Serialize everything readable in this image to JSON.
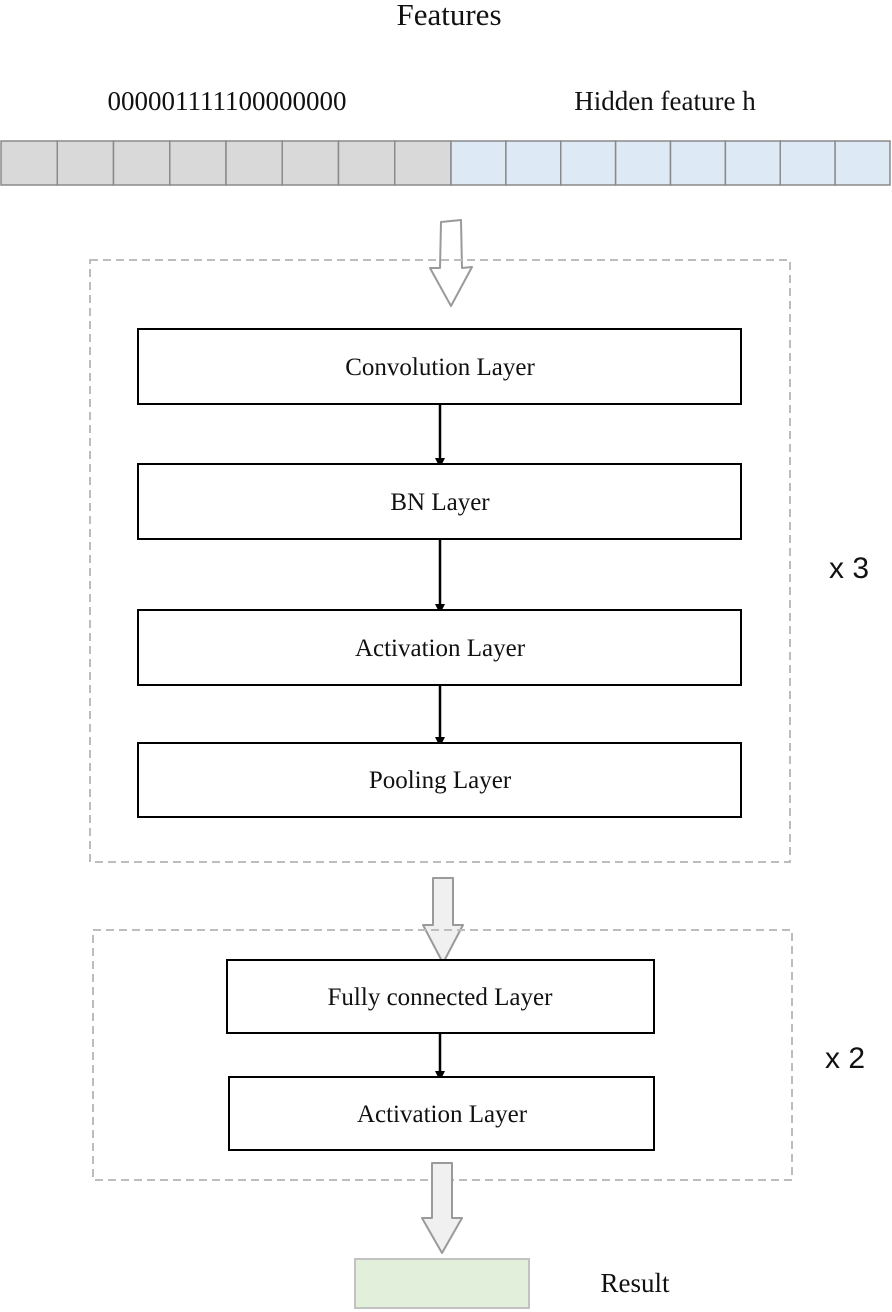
{
  "title": "Features",
  "input": {
    "binary_label": "000001111100000000",
    "hidden_label": "Hidden feature h",
    "binary_cells": 8,
    "hidden_cells": 8,
    "binary_color": "#d9d9d9",
    "hidden_color": "#dde9f5"
  },
  "conv_block": {
    "layers": [
      "Convolution Layer",
      "BN Layer",
      "Activation Layer",
      "Pooling Layer"
    ],
    "repeat": "x 3"
  },
  "fc_block": {
    "layers": [
      "Fully connected Layer",
      "Activation Layer"
    ],
    "repeat": "x 2"
  },
  "result": {
    "label": "Result",
    "color": "#e2efda"
  }
}
